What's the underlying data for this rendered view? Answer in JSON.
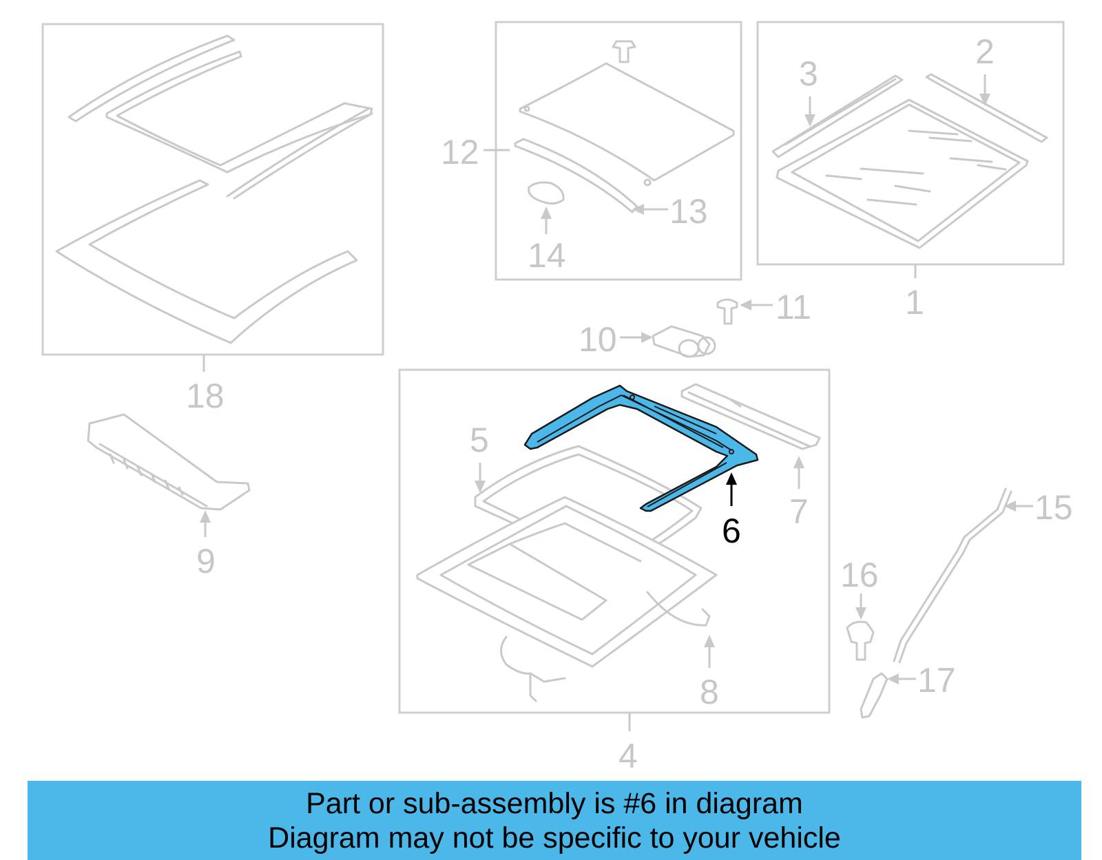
{
  "banner": {
    "line1": "Part or sub-assembly is #6 in diagram",
    "line2": "Diagram may not be specific to your vehicle"
  },
  "highlight": {
    "part_number": "6",
    "color": "#4cb8ea"
  },
  "colors": {
    "outline": "#c9c9c9",
    "banner_bg": "#4cb8ea",
    "active_label": "#000000"
  },
  "callouts": {
    "c1": "1",
    "c2": "2",
    "c3": "3",
    "c4": "4",
    "c5": "5",
    "c6": "6",
    "c7": "7",
    "c8": "8",
    "c9": "9",
    "c10": "10",
    "c11": "11",
    "c12": "12",
    "c13": "13",
    "c14": "14",
    "c15": "15",
    "c16": "16",
    "c17": "17",
    "c18": "18"
  }
}
